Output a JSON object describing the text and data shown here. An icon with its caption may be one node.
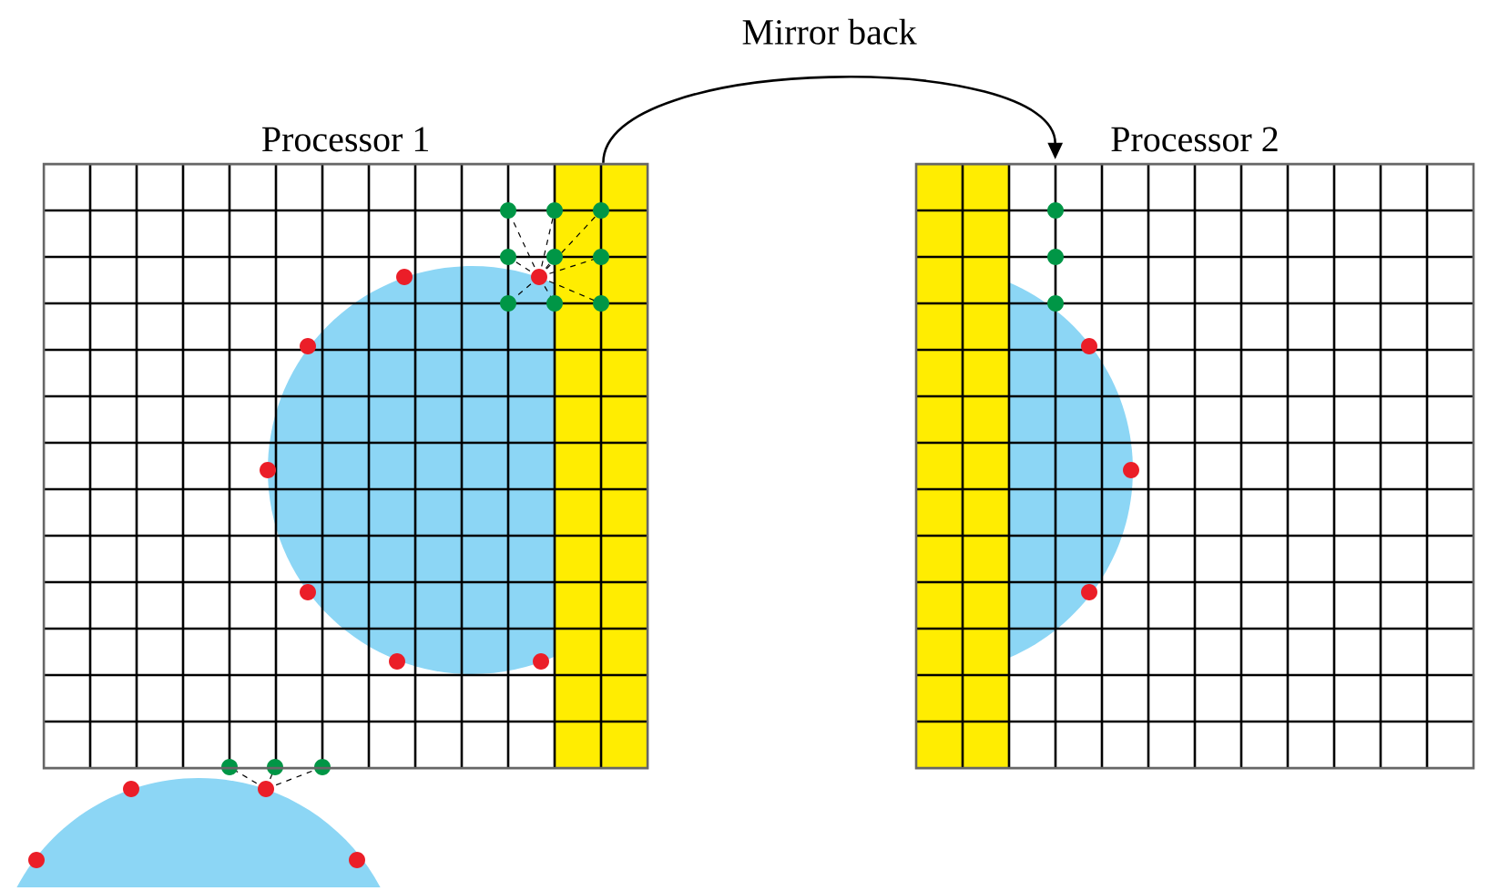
{
  "diagram": {
    "nodes": [
      {
        "text": [
          "Processor 1"
        ]
      },
      {
        "text": [
          "Processor 2"
        ]
      }
    ],
    "edges": [
      {
        "from": 0,
        "to": 1,
        "arrow": "to",
        "label": "Mirror back"
      }
    ]
  }
}
